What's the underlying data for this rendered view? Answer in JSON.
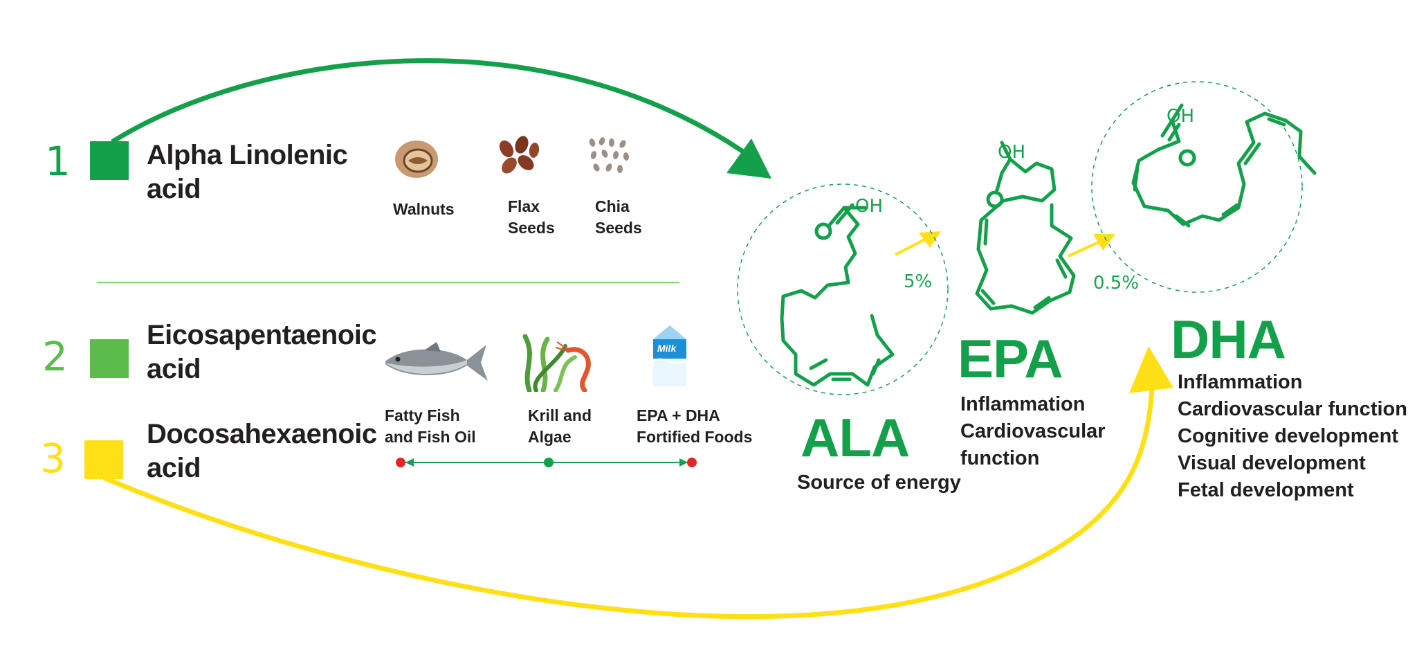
{
  "colors": {
    "green_dark": "#14a04b",
    "green_mid": "#5cbc4b",
    "yellow": "#ffe016",
    "red": "#e3242b",
    "text": "#231f20"
  },
  "sources": [
    {
      "number": "1",
      "name_line1": "Alpha Linolenic",
      "name_line2": "acid",
      "color": "#14a04b"
    },
    {
      "number": "2",
      "name_line1": "Eicosapentaenoic",
      "name_line2": "acid",
      "color": "#5cbc4b"
    },
    {
      "number": "3",
      "name_line1": "Docosahexaenoic",
      "name_line2": "acid",
      "color": "#ffe016"
    }
  ],
  "foods_ala": [
    {
      "line1": "Walnuts",
      "line2": "",
      "icon": "walnut-icon"
    },
    {
      "line1": "Flax",
      "line2": "Seeds",
      "icon": "flax-seeds-icon"
    },
    {
      "line1": "Chia",
      "line2": "Seeds",
      "icon": "chia-seeds-icon"
    }
  ],
  "foods_epa_dha": [
    {
      "line1": "Fatty Fish",
      "line2": "and Fish Oil",
      "icon": "fish-icon"
    },
    {
      "line1": "Krill and",
      "line2": "Algae",
      "icon": "krill-algae-icon"
    },
    {
      "line1": "EPA + DHA",
      "line2": "Fortified Foods",
      "icon": "milk-carton-icon"
    }
  ],
  "milk_label": "Milk",
  "molecules": {
    "ala": {
      "abbr": "ALA",
      "benefits": [
        "Source of energy"
      ]
    },
    "epa": {
      "abbr": "EPA",
      "benefits": [
        "Inflammation",
        "Cardiovascular",
        "function"
      ]
    },
    "dha": {
      "abbr": "DHA",
      "benefits": [
        "Inflammation",
        "Cardiovascular function",
        "Cognitive development",
        "Visual development",
        "Fetal development"
      ]
    }
  },
  "conversion": {
    "ala_to_epa": "5%",
    "epa_to_dha": "0.5%"
  },
  "hydroxyl_label": "OH"
}
